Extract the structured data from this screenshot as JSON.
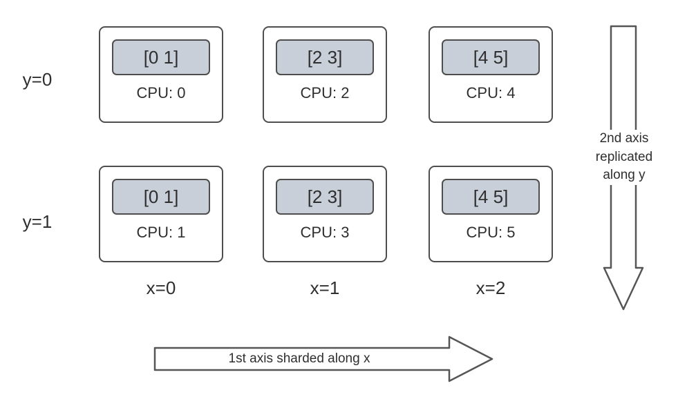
{
  "diagram": {
    "rows": [
      {
        "label": "y=0",
        "cells": [
          {
            "data": "[0 1]",
            "cpu": "CPU: 0"
          },
          {
            "data": "[2 3]",
            "cpu": "CPU: 2"
          },
          {
            "data": "[4 5]",
            "cpu": "CPU: 4"
          }
        ]
      },
      {
        "label": "y=1",
        "cells": [
          {
            "data": "[0 1]",
            "cpu": "CPU: 1"
          },
          {
            "data": "[2 3]",
            "cpu": "CPU: 3"
          },
          {
            "data": "[4 5]",
            "cpu": "CPU: 5"
          }
        ]
      }
    ],
    "col_labels": [
      "x=0",
      "x=1",
      "x=2"
    ],
    "arrows": {
      "y_axis_label": "2nd axis replicated along y",
      "x_axis_label": "1st axis sharded along x"
    },
    "colors": {
      "shard_fill": "#c9cfd9",
      "outline": "#4d4d4d",
      "arrow_stroke": "#555555"
    }
  }
}
